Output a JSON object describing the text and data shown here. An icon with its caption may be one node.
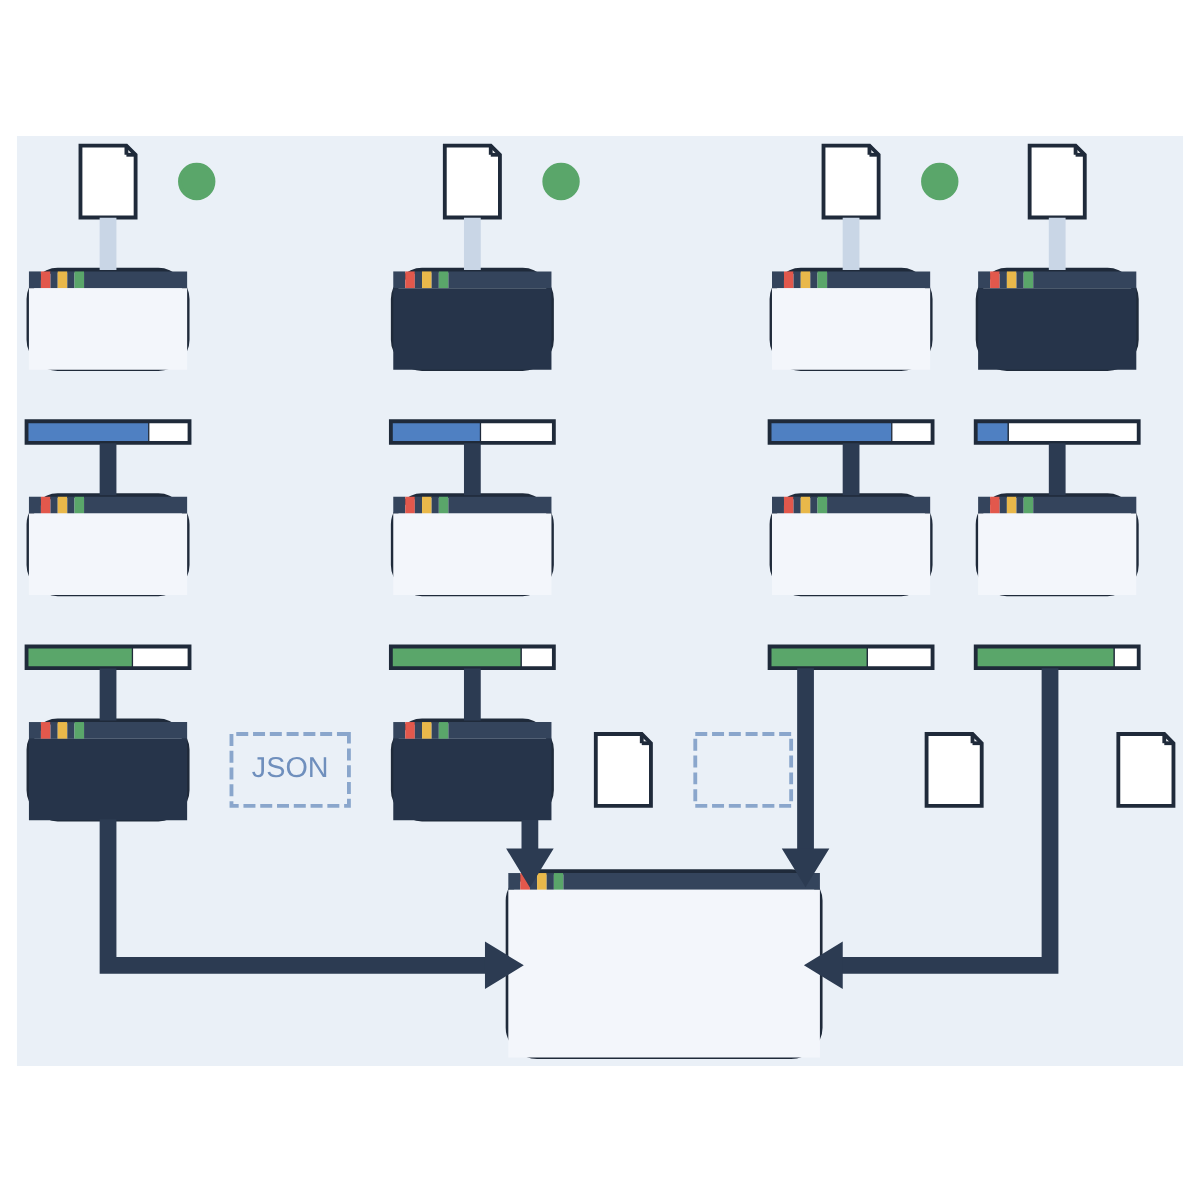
{
  "diagram": {
    "nodes": [
      {
        "text": [],
        "shape": "document"
      },
      {
        "text": [],
        "shape": "circle"
      },
      {
        "text": [],
        "shape": "document"
      },
      {
        "text": [],
        "shape": "circle"
      },
      {
        "text": [],
        "shape": "document"
      },
      {
        "text": [],
        "shape": "circle"
      },
      {
        "text": [],
        "shape": "document"
      },
      {
        "text": [],
        "shape": "box"
      },
      {
        "text": [],
        "shape": "box"
      },
      {
        "text": [],
        "shape": "box"
      },
      {
        "text": [],
        "shape": "box"
      },
      {
        "text": [],
        "shape": "bar"
      },
      {
        "text": [],
        "shape": "bar"
      },
      {
        "text": [],
        "shape": "bar"
      },
      {
        "text": [],
        "shape": "bar"
      },
      {
        "text": [],
        "shape": "box"
      },
      {
        "text": [],
        "shape": "box"
      },
      {
        "text": [],
        "shape": "box"
      },
      {
        "text": [],
        "shape": "box"
      },
      {
        "text": [],
        "shape": "bar"
      },
      {
        "text": [],
        "shape": "bar"
      },
      {
        "text": [],
        "shape": "bar"
      },
      {
        "text": [],
        "shape": "bar"
      },
      {
        "text": [],
        "shape": "box"
      },
      {
        "text": [
          "JSON"
        ]
      },
      {
        "text": [],
        "shape": "box"
      },
      {
        "text": [],
        "shape": "document"
      },
      {
        "text": [],
        "shape": "box"
      },
      {
        "text": [],
        "shape": "document"
      },
      {
        "text": [],
        "shape": "document"
      },
      {
        "text": [],
        "shape": "box"
      }
    ],
    "edges": [
      {
        "from": 0,
        "to": 7,
        "arrow": "none",
        "color": "#c9d6e6"
      },
      {
        "from": 11,
        "to": 15,
        "arrow": "none"
      },
      {
        "from": 19,
        "to": 23,
        "arrow": "none"
      },
      {
        "from": 23,
        "to": 30,
        "arrow": "to"
      },
      {
        "from": 2,
        "to": 8,
        "arrow": "none",
        "color": "#c9d6e6"
      },
      {
        "from": 12,
        "to": 16,
        "arrow": "none"
      },
      {
        "from": 20,
        "to": 25,
        "arrow": "none"
      },
      {
        "from": 25,
        "to": 30,
        "arrow": "to"
      },
      {
        "from": 4,
        "to": 9,
        "arrow": "none",
        "color": "#c9d6e6"
      },
      {
        "from": 13,
        "to": 17,
        "arrow": "none"
      },
      {
        "from": 21,
        "to": 30,
        "arrow": "to"
      },
      {
        "from": 6,
        "to": 10,
        "arrow": "none",
        "color": "#c9d6e6"
      },
      {
        "from": 14,
        "to": 18,
        "arrow": "none"
      },
      {
        "from": 22,
        "to": 30,
        "arrow": "to"
      }
    ]
  }
}
